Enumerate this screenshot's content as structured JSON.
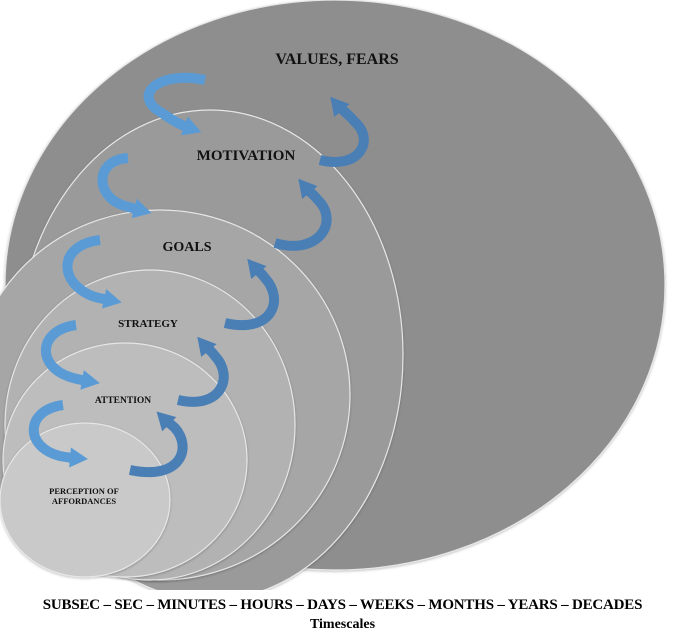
{
  "levels": [
    {
      "label": "VALUES, FEARS",
      "fill": "#8e8e8e"
    },
    {
      "label": "MOTIVATION",
      "fill": "#9a9a9a"
    },
    {
      "label": "GOALS",
      "fill": "#a6a6a6"
    },
    {
      "label": "STRATEGY",
      "fill": "#b2b2b2"
    },
    {
      "label": "ATTENTION",
      "fill": "#bdbdbd"
    },
    {
      "label": [
        "PERCEPTION OF",
        "AFFORDANCES"
      ],
      "fill": "#c9c9c9"
    }
  ],
  "arrow_colors": {
    "down": "#5b9bd5",
    "up": "#4a7fb6"
  },
  "timescales": [
    "SUBSEC",
    "SEC",
    "MINUTES",
    "HOURS",
    "DAYS",
    "WEEKS",
    "MONTHS",
    "YEARS",
    "DECADES"
  ],
  "timescale_separator": " – ",
  "timescale_caption": "Timescales"
}
